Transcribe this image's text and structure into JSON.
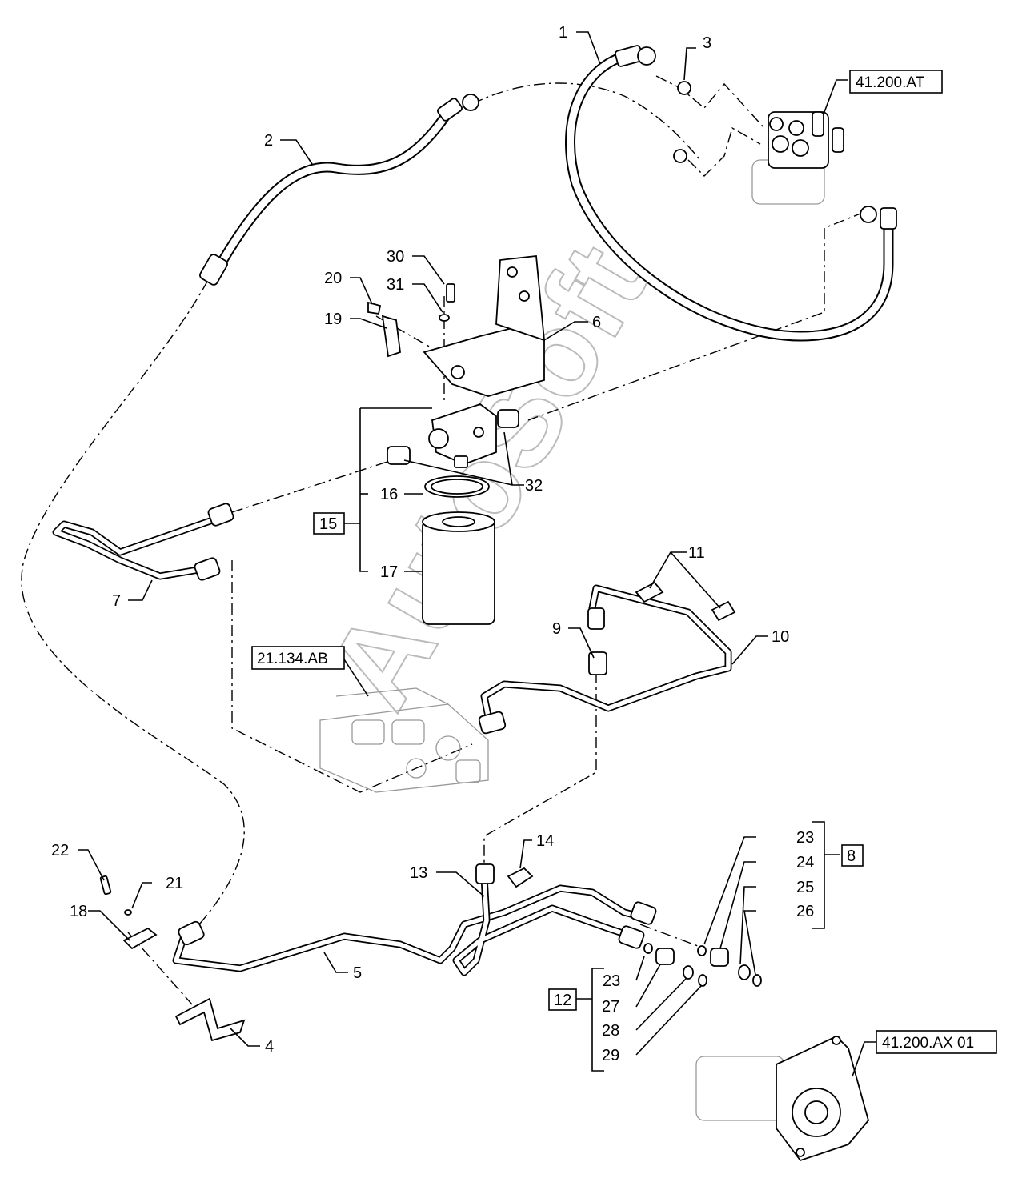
{
  "watermark": "AutoSoft",
  "callouts": {
    "c1": "1",
    "c2": "2",
    "c3": "3",
    "c4": "4",
    "c5": "5",
    "c6": "6",
    "c7": "7",
    "c8": "8",
    "c9": "9",
    "c10": "10",
    "c11": "11",
    "c12": "12",
    "c13": "13",
    "c14": "14",
    "c15": "15",
    "c16": "16",
    "c17": "17",
    "c18": "18",
    "c19": "19",
    "c20": "20",
    "c21": "21",
    "c22": "22",
    "c23a": "23",
    "c23b": "23",
    "c24": "24",
    "c25": "25",
    "c26": "26",
    "c27": "27",
    "c28": "28",
    "c29": "29",
    "c30": "30",
    "c31": "31",
    "c32": "32"
  },
  "references": {
    "steering_unit": "41.200.AT",
    "control_valve": "21.134.AB",
    "pump": "41.200.AX 01"
  }
}
